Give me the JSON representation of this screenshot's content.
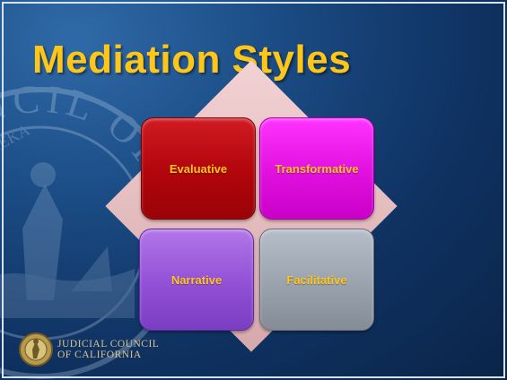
{
  "slide": {
    "title": "Mediation Styles",
    "tiles": [
      {
        "label": "Evaluative",
        "color": "#b0050b"
      },
      {
        "label": "Transformative",
        "color": "#e010df"
      },
      {
        "label": "Narrative",
        "color": "#9250d6"
      },
      {
        "label": "Facilitative",
        "color": "#9aa2ae"
      }
    ],
    "footer": {
      "org_line1": "JUDICIAL COUNCIL",
      "org_line2": "OF CALIFORNIA",
      "logo_icon": "california-seal-icon"
    },
    "watermark": {
      "icon": "california-seal-watermark-icon",
      "text": "COUNCIL OF CALIFORNIA",
      "motto": "EUREKA"
    },
    "colors": {
      "title": "#ffc61a",
      "background": "#0f3262",
      "diamond": "#e2b9bb"
    }
  }
}
